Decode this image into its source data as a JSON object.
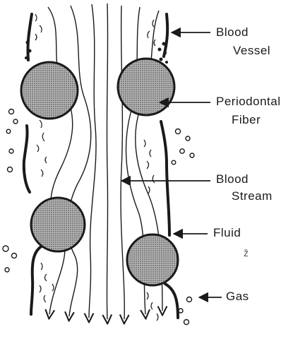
{
  "labels": {
    "blood_vessel_line1": "Blood",
    "blood_vessel_line2": "Vessel",
    "periodontal_line1": "Periodontal",
    "periodontal_line2": "Fiber",
    "blood_stream_line1": "Blood",
    "blood_stream_line2": "Stream",
    "fluid": "Fluid",
    "gas": "Gas",
    "stray_mark": "ž"
  },
  "colors": {
    "ink": "#1a1a1a",
    "fiber_fill": "#9a9a9a",
    "background": "#ffffff"
  }
}
